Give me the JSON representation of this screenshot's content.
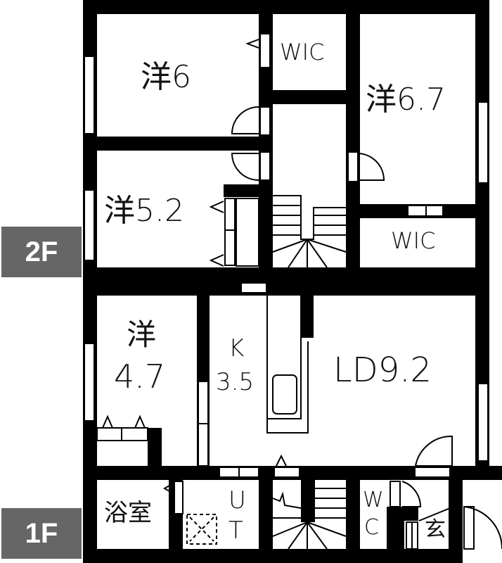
{
  "floors": [
    {
      "label": "2F",
      "rooms": [
        {
          "name": "洋6",
          "type": "Western room",
          "size_jo": "6"
        },
        {
          "name": "WIC",
          "type": "Walk-in closet"
        },
        {
          "name": "洋6.7",
          "type": "Western room",
          "size_jo": "6.7"
        },
        {
          "name": "洋5.2",
          "type": "Western room",
          "size_jo": "5.2"
        },
        {
          "name": "WIC",
          "type": "Walk-in closet"
        }
      ]
    },
    {
      "label": "1F",
      "rooms": [
        {
          "name_line1": "洋",
          "name_line2": "4.7",
          "type": "Western room",
          "size_jo": "4.7"
        },
        {
          "name_line1": "K",
          "name_line2": "3.5",
          "type": "Kitchen",
          "size_jo": "3.5"
        },
        {
          "name": "LD9.2",
          "type": "Living/Dining",
          "size_jo": "9.2"
        },
        {
          "name": "浴室",
          "type": "Bathroom"
        },
        {
          "name_line1": "U",
          "name_line2": "T",
          "type": "Utility"
        },
        {
          "name_line1": "W",
          "name_line2": "C",
          "type": "Toilet"
        },
        {
          "name": "玄",
          "type": "Entrance"
        }
      ]
    }
  ],
  "colors": {
    "wall": "#000000",
    "floor_tag_bg": "#666666",
    "floor_tag_text": "#ffffff"
  }
}
